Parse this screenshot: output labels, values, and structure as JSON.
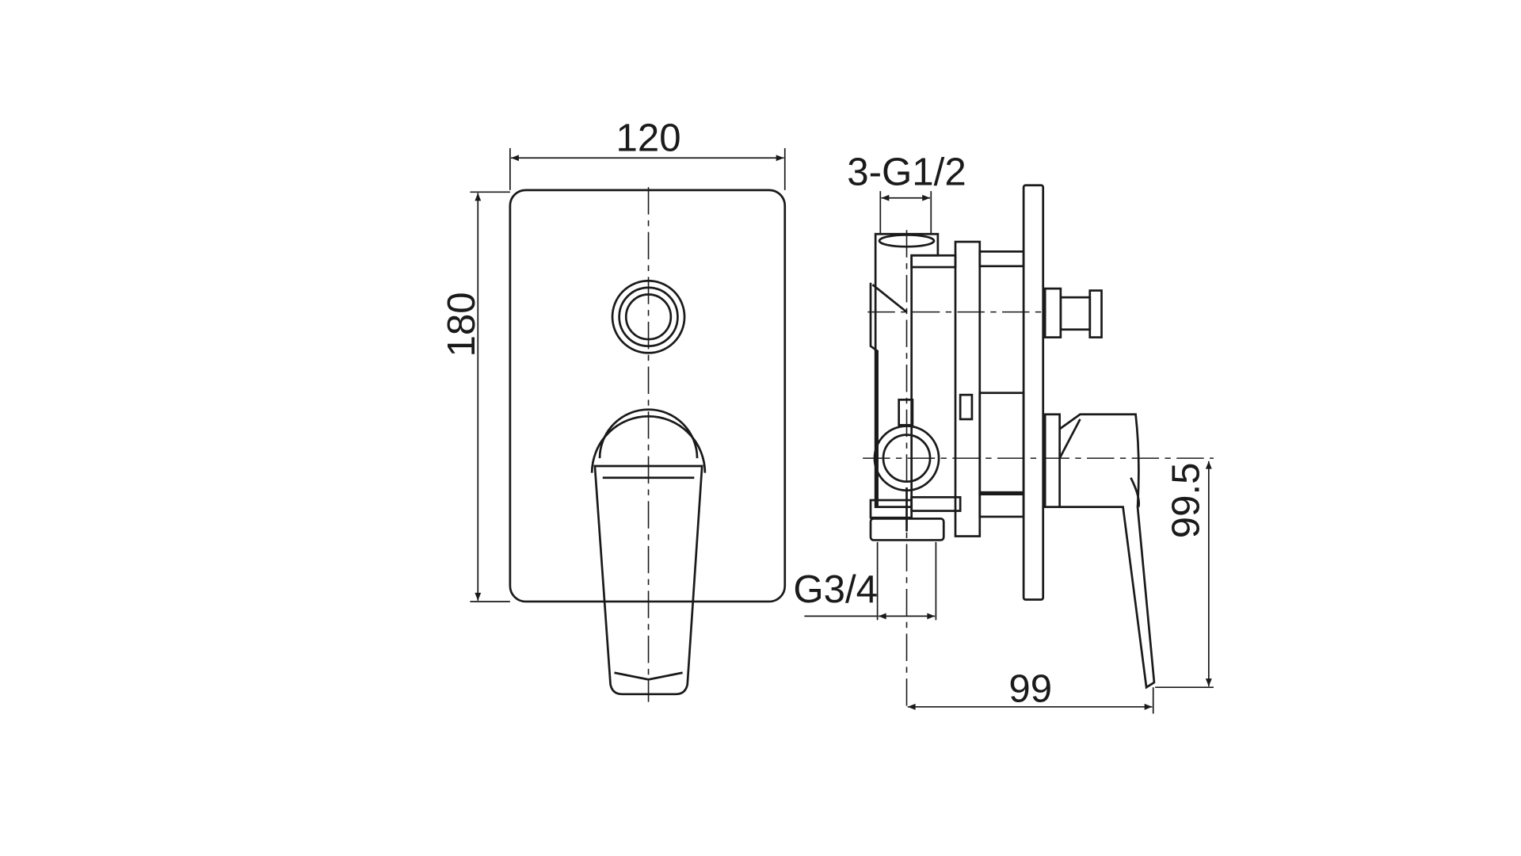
{
  "drawing": {
    "front_view": {
      "width_label": "120",
      "height_label": "180"
    },
    "side_view": {
      "inlet_label": "3-G1/2",
      "outlet_label": "G3/4",
      "depth_label": "99",
      "handle_height_label": "99.5"
    }
  }
}
